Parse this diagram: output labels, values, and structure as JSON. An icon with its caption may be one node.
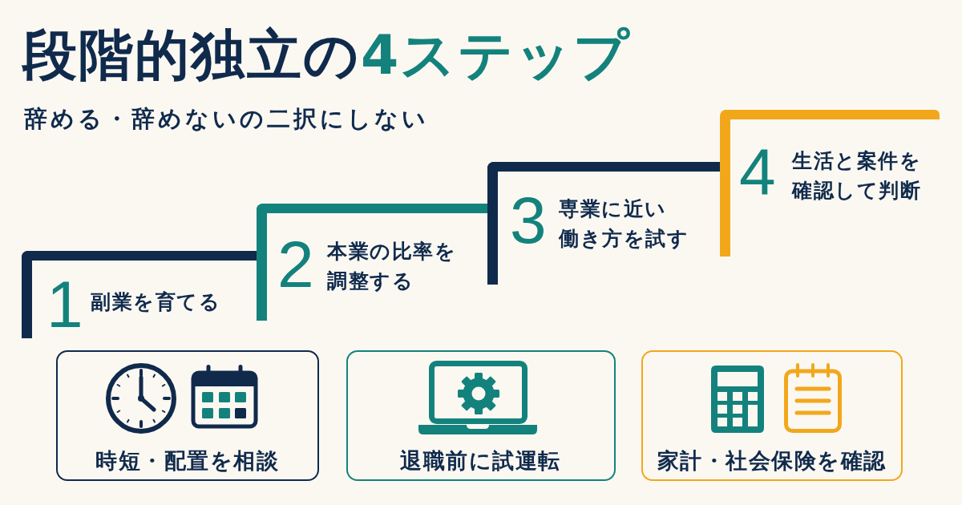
{
  "diagram": {
    "title": "段階的独立の4ステップ",
    "nodes": [
      {
        "text": [
          "1",
          "副業を育てる"
        ]
      },
      {
        "text": [
          "2",
          "本業の比率を調整する"
        ]
      },
      {
        "text": [
          "3",
          "専業に近い働き方を試す"
        ]
      },
      {
        "text": [
          "4",
          "生活と案件を確認して判断"
        ]
      },
      {
        "text": [
          "時短・配置を相談"
        ]
      },
      {
        "text": [
          "退職前に試運転"
        ]
      },
      {
        "text": [
          "家計・社会保険を確認"
        ]
      }
    ],
    "labels": [
      "辞める・辞めないの二択にしない"
    ]
  }
}
